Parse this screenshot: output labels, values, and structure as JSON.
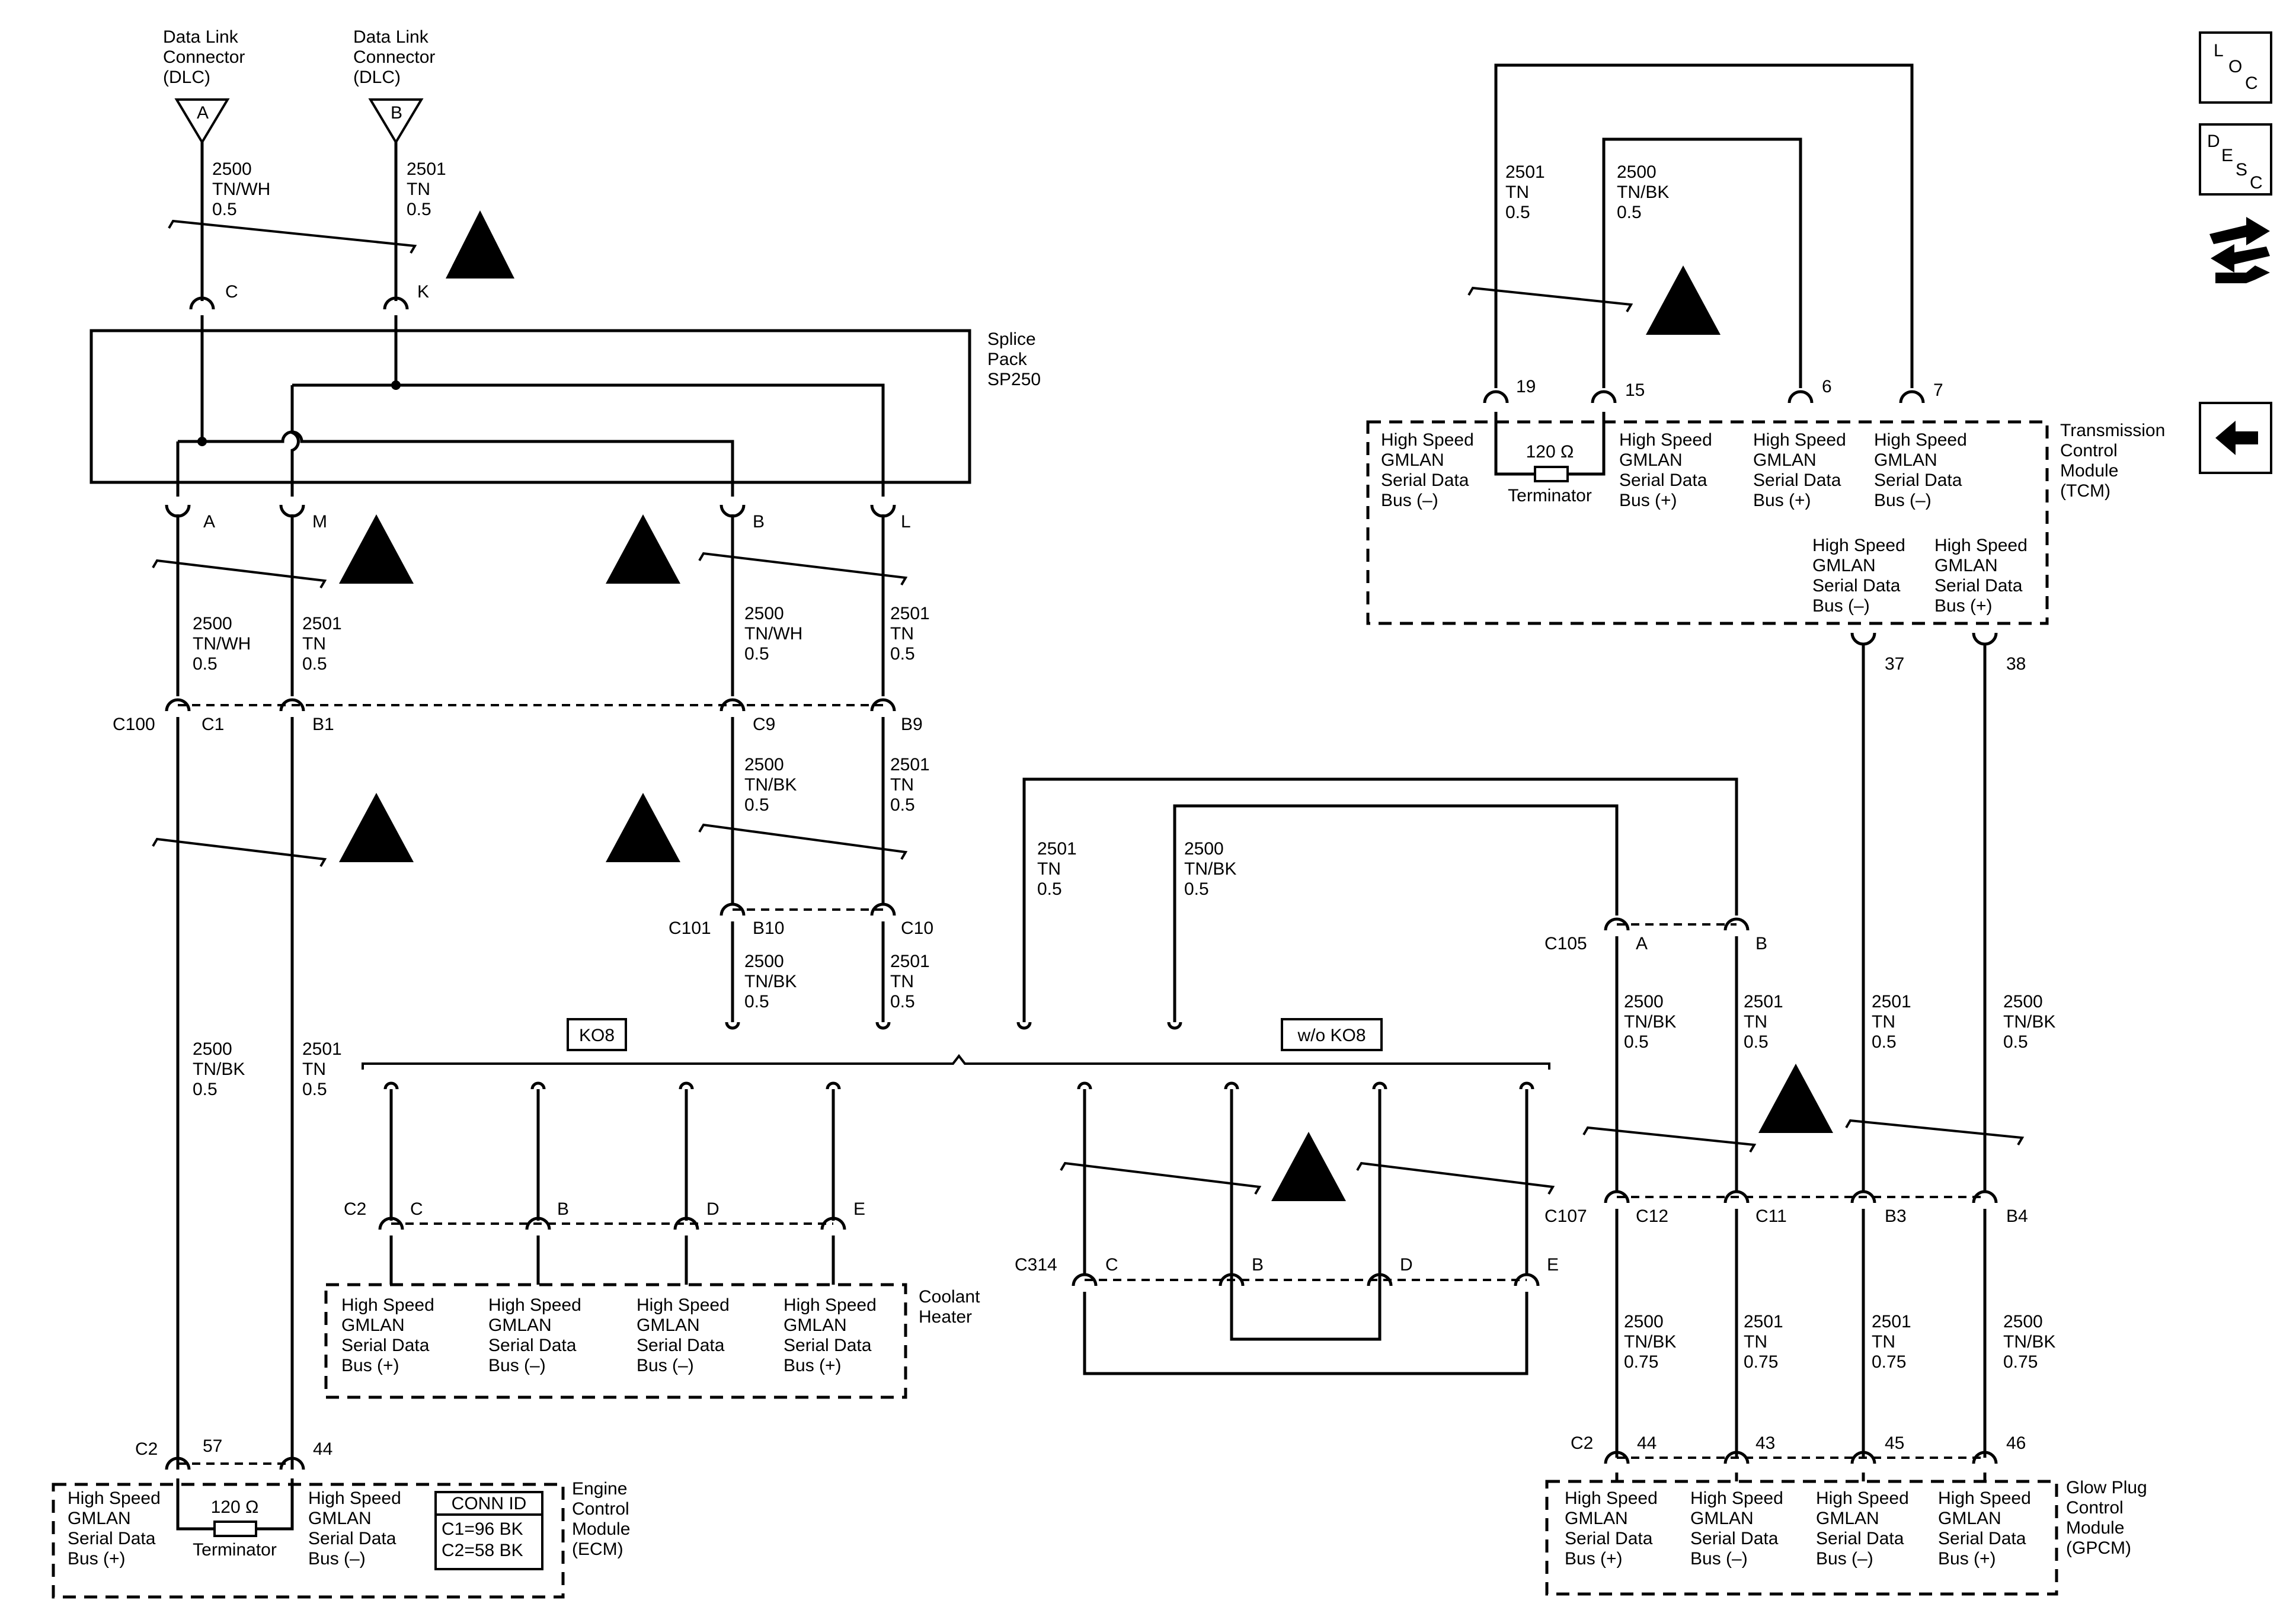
{
  "dlc": {
    "title": [
      "Data Link",
      "Connector",
      "(DLC)"
    ],
    "pin_a": "A",
    "pin_b": "B",
    "wire_a": [
      "2500",
      "TN/WH",
      "0.5"
    ],
    "wire_b": [
      "2501",
      "TN",
      "0.5"
    ],
    "conn_c": "C",
    "conn_k": "K"
  },
  "splice_pack": {
    "title": [
      "Splice",
      "Pack",
      "SP250"
    ],
    "pins": [
      "A",
      "M",
      "B",
      "L"
    ]
  },
  "wires": {
    "tnwh_2500": [
      "2500",
      "TN/WH",
      "0.5"
    ],
    "tn_2501": [
      "2501",
      "TN",
      "0.5"
    ],
    "tnbk_2500": [
      "2500",
      "TN/BK",
      "0.5"
    ],
    "tnbk_2500_075": [
      "2500",
      "TN/BK",
      "0.75"
    ],
    "tn_2501_075": [
      "2501",
      "TN",
      "0.75"
    ]
  },
  "connectors": {
    "c100": "C100",
    "c1": "C1",
    "b1": "B1",
    "c9": "C9",
    "b9": "B9",
    "c101": "C101",
    "b10": "B10",
    "c10": "C10",
    "c105": "C105",
    "a": "A",
    "b": "B",
    "c107": "C107",
    "c12": "C12",
    "c11": "C11",
    "b3": "B3",
    "b4": "B4",
    "c2": "C2",
    "c": "C",
    "d": "D",
    "e": "E",
    "c314": "C314"
  },
  "options": {
    "ko8": "KO8",
    "wo_ko8": "w/o KO8"
  },
  "coolant_heater": {
    "title": [
      "Coolant",
      "Heater"
    ],
    "buses": [
      [
        "High Speed",
        "GMLAN",
        "Serial Data",
        "Bus (+)"
      ],
      [
        "High Speed",
        "GMLAN",
        "Serial Data",
        "Bus (–)"
      ],
      [
        "High Speed",
        "GMLAN",
        "Serial Data",
        "Bus (–)"
      ],
      [
        "High Speed",
        "GMLAN",
        "Serial Data",
        "Bus (+)"
      ]
    ]
  },
  "ecm": {
    "title": [
      "Engine",
      "Control",
      "Module",
      "(ECM)"
    ],
    "pin_57": "57",
    "pin_44": "44",
    "bus_plus": [
      "High Speed",
      "GMLAN",
      "Serial Data",
      "Bus (+)"
    ],
    "bus_minus": [
      "High Speed",
      "GMLAN",
      "Serial Data",
      "Bus (–)"
    ],
    "terminator": [
      "120 Ω",
      "Terminator"
    ],
    "conn_id": [
      "CONN ID",
      "C1=96 BK",
      "C2=58 BK"
    ]
  },
  "tcm": {
    "title": [
      "Transmission",
      "Control",
      "Module",
      "(TCM)"
    ],
    "pins": [
      "19",
      "15",
      "6",
      "7",
      "37",
      "38"
    ],
    "bus_top": [
      [
        "High Speed",
        "GMLAN",
        "Serial Data",
        "Bus (–)"
      ],
      [
        "High Speed",
        "GMLAN",
        "Serial Data",
        "Bus (+)"
      ],
      [
        "High Speed",
        "GMLAN",
        "Serial Data",
        "Bus (+)"
      ],
      [
        "High Speed",
        "GMLAN",
        "Serial Data",
        "Bus (–)"
      ]
    ],
    "bus_bottom": [
      [
        "High Speed",
        "GMLAN",
        "Serial Data",
        "Bus (–)"
      ],
      [
        "High Speed",
        "GMLAN",
        "Serial Data",
        "Bus (+)"
      ]
    ],
    "terminator": [
      "120 Ω",
      "Terminator"
    ]
  },
  "gpcm": {
    "title": [
      "Glow Plug",
      "Control",
      "Module",
      "(GPCM)"
    ],
    "pins": [
      "44",
      "43",
      "45",
      "46"
    ],
    "buses": [
      [
        "High Speed",
        "GMLAN",
        "Serial Data",
        "Bus (+)"
      ],
      [
        "High Speed",
        "GMLAN",
        "Serial Data",
        "Bus (–)"
      ],
      [
        "High Speed",
        "GMLAN",
        "Serial Data",
        "Bus (–)"
      ],
      [
        "High Speed",
        "GMLAN",
        "Serial Data",
        "Bus (+)"
      ]
    ]
  },
  "side_icons": {
    "loc": [
      "L",
      "O",
      "C"
    ],
    "desc": [
      "D",
      "E",
      "S",
      "C"
    ],
    "icons": [
      "loc-icon",
      "desc-icon",
      "connector-tool-icon",
      "back-arrow-icon"
    ]
  }
}
